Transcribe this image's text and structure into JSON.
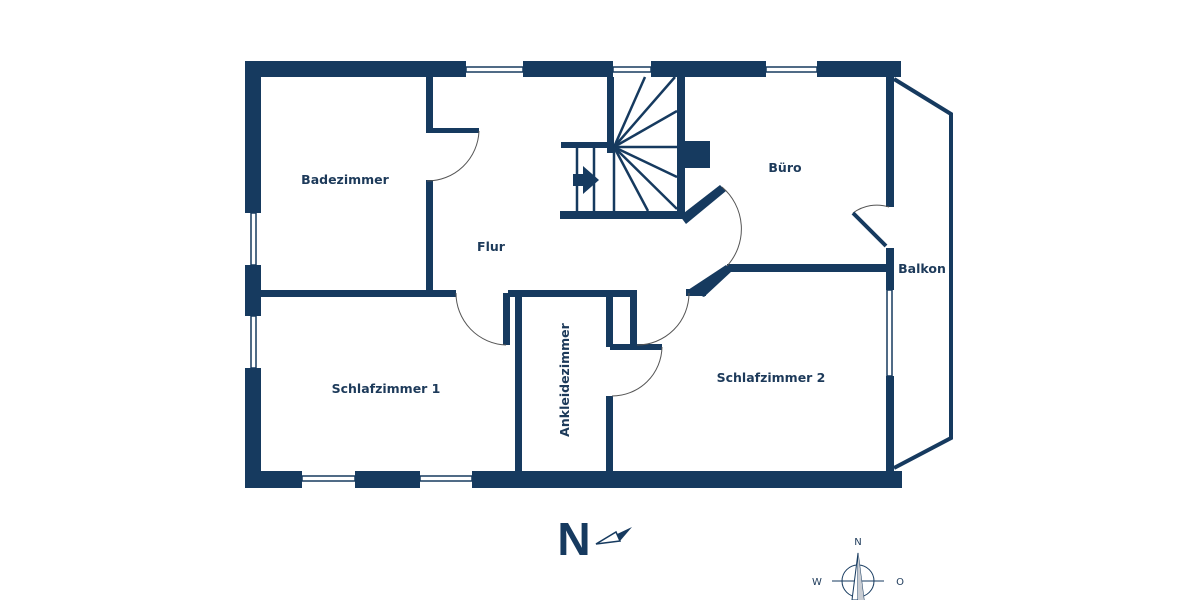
{
  "floorplan": {
    "wall_color": "#163a5f",
    "background": "#ffffff",
    "rooms": [
      {
        "id": "badezimmer",
        "label": "Badezimmer"
      },
      {
        "id": "flur",
        "label": "Flur"
      },
      {
        "id": "buero",
        "label": "Büro"
      },
      {
        "id": "balkon",
        "label": "Balkon"
      },
      {
        "id": "schlafzimmer1",
        "label": "Schlafzimmer 1"
      },
      {
        "id": "ankleidezimmer",
        "label": "Ankleidezimmer"
      },
      {
        "id": "schlafzimmer2",
        "label": "Schlafzimmer 2"
      }
    ],
    "north_arrow": {
      "letter": "N"
    },
    "compass": {
      "north": "N",
      "west": "W",
      "east": "O"
    }
  }
}
